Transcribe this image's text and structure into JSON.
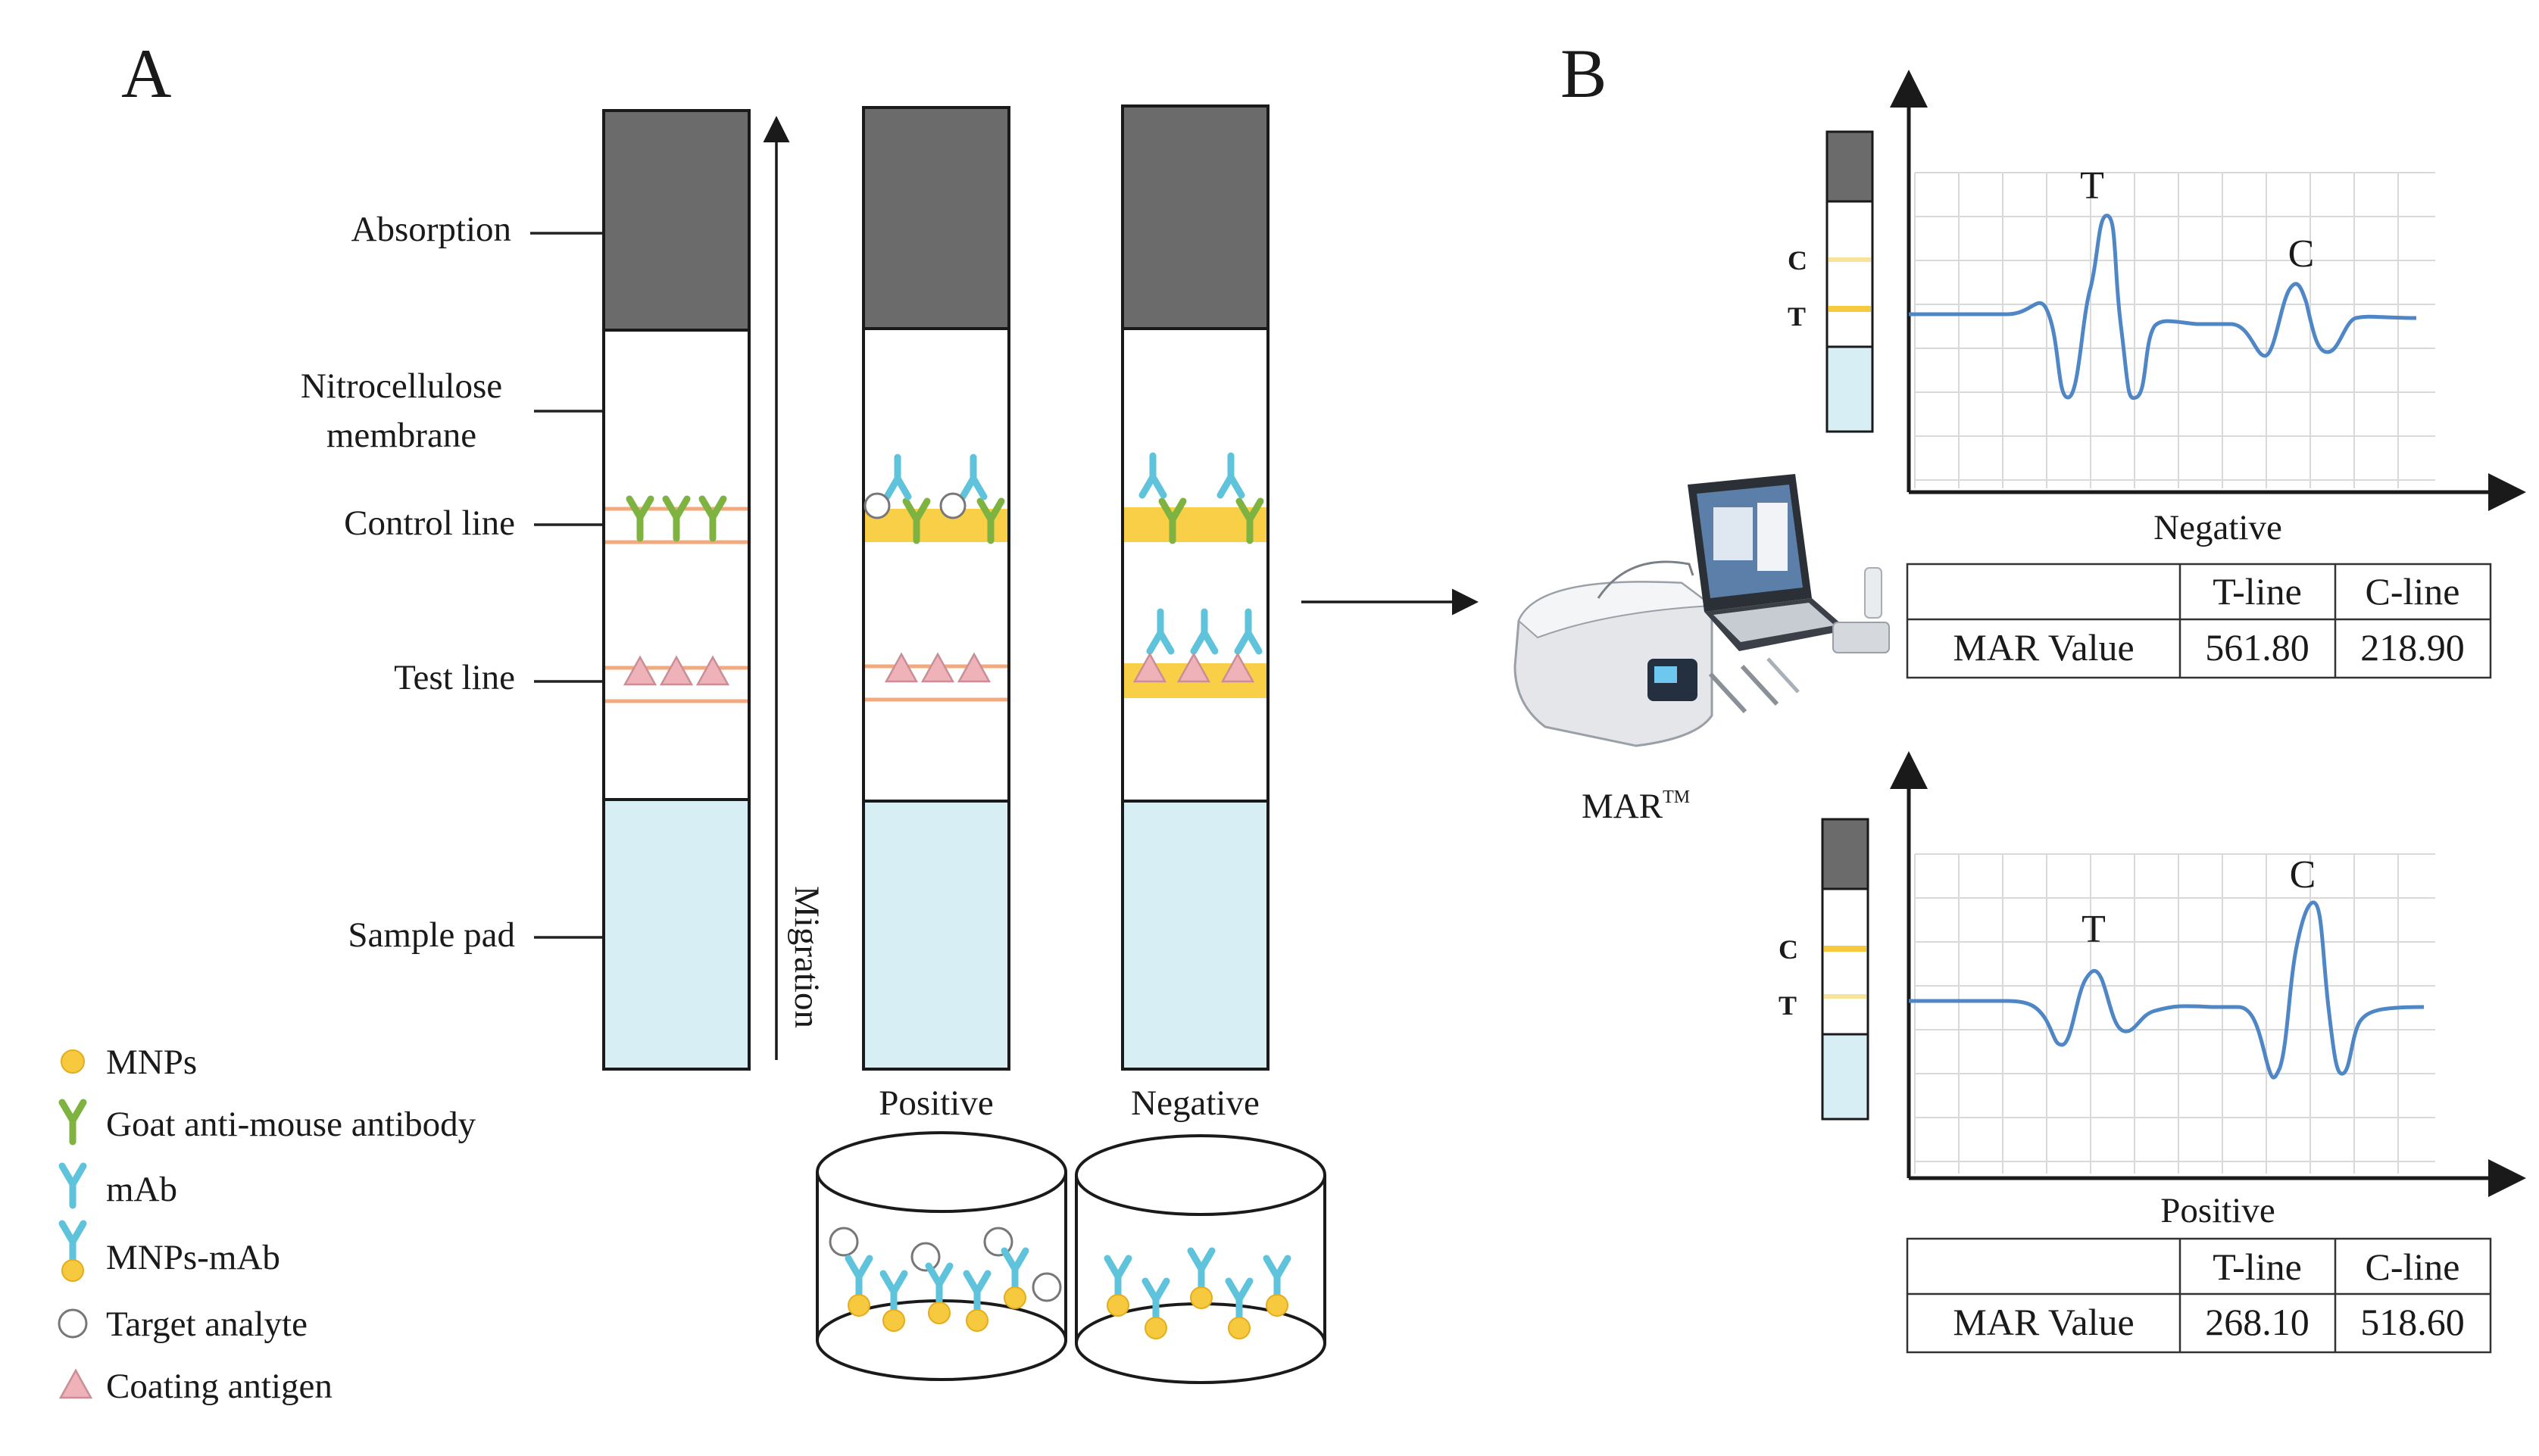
{
  "panel_a": {
    "label": "A",
    "zones": {
      "absorption": "Absorption",
      "nitrocellulose": [
        "Nitrocellulose",
        "membrane"
      ],
      "control_line": "Control line",
      "test_line": "Test line",
      "sample_pad": "Sample pad"
    },
    "migration": "Migration",
    "strip_captions": {
      "positive": "Positive",
      "negative": "Negative"
    },
    "legend": [
      {
        "icon": "mnp-dot-icon",
        "label": "MNPs"
      },
      {
        "icon": "goat-antibody-icon",
        "label": "Goat anti-mouse antibody"
      },
      {
        "icon": "mab-icon",
        "label": "mAb"
      },
      {
        "icon": "mnp-mab-icon",
        "label": "MNPs-mAb"
      },
      {
        "icon": "target-analyte-icon",
        "label": "Target analyte"
      },
      {
        "icon": "coating-antigen-icon",
        "label": "Coating antigen"
      }
    ]
  },
  "panel_b": {
    "label": "B",
    "device": {
      "name": "MAR",
      "mark": "TM"
    },
    "charts": [
      {
        "caption": "Negative",
        "peaks": {
          "t": "T",
          "c": "C"
        },
        "strip_labels": {
          "c": "C",
          "t": "T"
        },
        "table": {
          "col1": "T-line",
          "col2": "C-line",
          "row_label": "MAR Value",
          "t_value": "561.80",
          "c_value": "218.90"
        }
      },
      {
        "caption": "Positive",
        "peaks": {
          "t": "T",
          "c": "C"
        },
        "strip_labels": {
          "c": "C",
          "t": "T"
        },
        "table": {
          "col1": "T-line",
          "col2": "C-line",
          "row_label": "MAR Value",
          "t_value": "268.10",
          "c_value": "518.60"
        }
      }
    ]
  },
  "colors": {
    "absorption_pad": "#6b6b6b",
    "sample_pad": "#d6eef4",
    "line_band": "#f9cf47",
    "line_stripe": "#f3a97e",
    "goat_antibody": "#7fb341",
    "mab": "#5fc3db",
    "mnp": "#f7c93e",
    "antigen": "#efb2b9",
    "signal": "#4f86c6"
  }
}
